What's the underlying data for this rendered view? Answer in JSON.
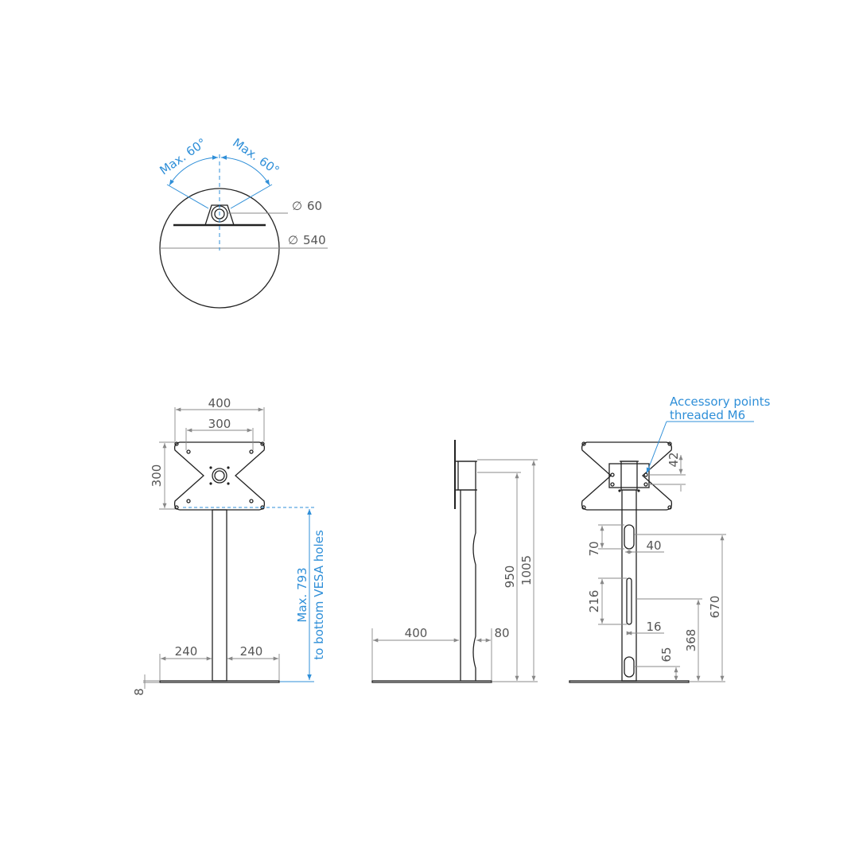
{
  "top_view": {
    "angle_left": "Max. 60°",
    "angle_right": "Max. 60°",
    "dia_pole": "60",
    "dia_base": "540",
    "dia_symbol": "∅"
  },
  "front_view": {
    "vesa_w_outer": "400",
    "vesa_w_inner": "300",
    "vesa_h": "300",
    "base_left": "240",
    "base_right": "240",
    "base_thickness": "8",
    "max_height_line1": "Max. 793",
    "max_height_line2": "to bottom VESA holes"
  },
  "side_view": {
    "base_depth": "400",
    "offset": "80",
    "height_950": "950",
    "height_1005": "1005"
  },
  "rear_view": {
    "accessory_line1": "Accessory points",
    "accessory_line2": "threaded M6",
    "dim_42": "42",
    "dim_70": "70",
    "dim_40": "40",
    "dim_216": "216",
    "dim_16": "16",
    "dim_65": "65",
    "dim_368": "368",
    "dim_670": "670"
  },
  "colors": {
    "line": "#222222",
    "dimension": "#888888",
    "accent": "#2f8fd8"
  }
}
